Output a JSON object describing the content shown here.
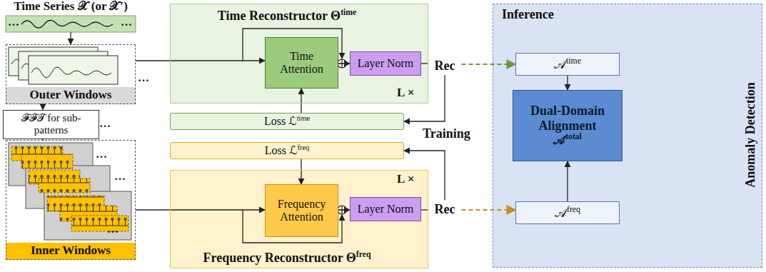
{
  "diagram": {
    "nodes": [
      {
        "text": [
          "Time Series 𝒳 (or 𝒳′)"
        ]
      },
      {
        "text": [
          "Outer Windows"
        ]
      },
      {
        "text": [
          "𝓕𝓕𝓣 for sub-patterns"
        ]
      },
      {
        "text": [
          "Inner Windows"
        ]
      },
      {
        "text": [
          "Time Reconstructor Θ",
          "time"
        ]
      },
      {
        "text": [
          "Time Attention"
        ],
        "in": 4
      },
      {
        "text": [
          "Layer Norm"
        ],
        "in": 4
      },
      {
        "text": [
          "Loss ℒ",
          "time"
        ]
      },
      {
        "text": [
          "Rec"
        ]
      },
      {
        "text": [
          "Loss ℒ",
          "freq"
        ]
      },
      {
        "text": [
          "Frequency Reconstructor Θ",
          "freq"
        ]
      },
      {
        "text": [
          "Frequency Attention"
        ],
        "in": 10
      },
      {
        "text": [
          "Layer Norm"
        ],
        "in": 10
      },
      {
        "text": [
          "Rec"
        ]
      },
      {
        "text": [
          "Inference",
          "Anomaly Detection"
        ]
      },
      {
        "text": [
          "𝒜",
          "time"
        ],
        "in": 14
      },
      {
        "text": [
          "Dual-Domain Alignment",
          "𝒜",
          "total"
        ],
        "in": 14
      },
      {
        "text": [
          "𝒜",
          "freq"
        ],
        "in": 14
      }
    ],
    "edges": [
      {
        "from": 0,
        "to": 1,
        "arrow": "to"
      },
      {
        "from": 1,
        "to": 2,
        "arrow": "to"
      },
      {
        "from": 2,
        "to": 3,
        "arrow": "to"
      },
      {
        "from": 1,
        "to": 5,
        "arrow": "to"
      },
      {
        "from": 5,
        "to": 6,
        "arrow": "to"
      },
      {
        "from": 6,
        "to": 8,
        "arrow": "none"
      },
      {
        "from": 8,
        "to": 15,
        "arrow": "to"
      },
      {
        "from": 8,
        "to": 7,
        "arrow": "to"
      },
      {
        "from": 7,
        "to": 5,
        "arrow": "to"
      },
      {
        "from": 3,
        "to": 11,
        "arrow": "to"
      },
      {
        "from": 11,
        "to": 12,
        "arrow": "to"
      },
      {
        "from": 12,
        "to": 13,
        "arrow": "none"
      },
      {
        "from": 13,
        "to": 17,
        "arrow": "to"
      },
      {
        "from": 13,
        "to": 9,
        "arrow": "to"
      },
      {
        "from": 9,
        "to": 11,
        "arrow": "to"
      },
      {
        "from": 15,
        "to": 16,
        "arrow": "to"
      },
      {
        "from": 17,
        "to": 16,
        "arrow": "to"
      }
    ],
    "labels": [
      "…",
      "…",
      "…",
      "…",
      "…",
      "…",
      "…",
      "L ×",
      "L ×",
      "Training"
    ]
  }
}
